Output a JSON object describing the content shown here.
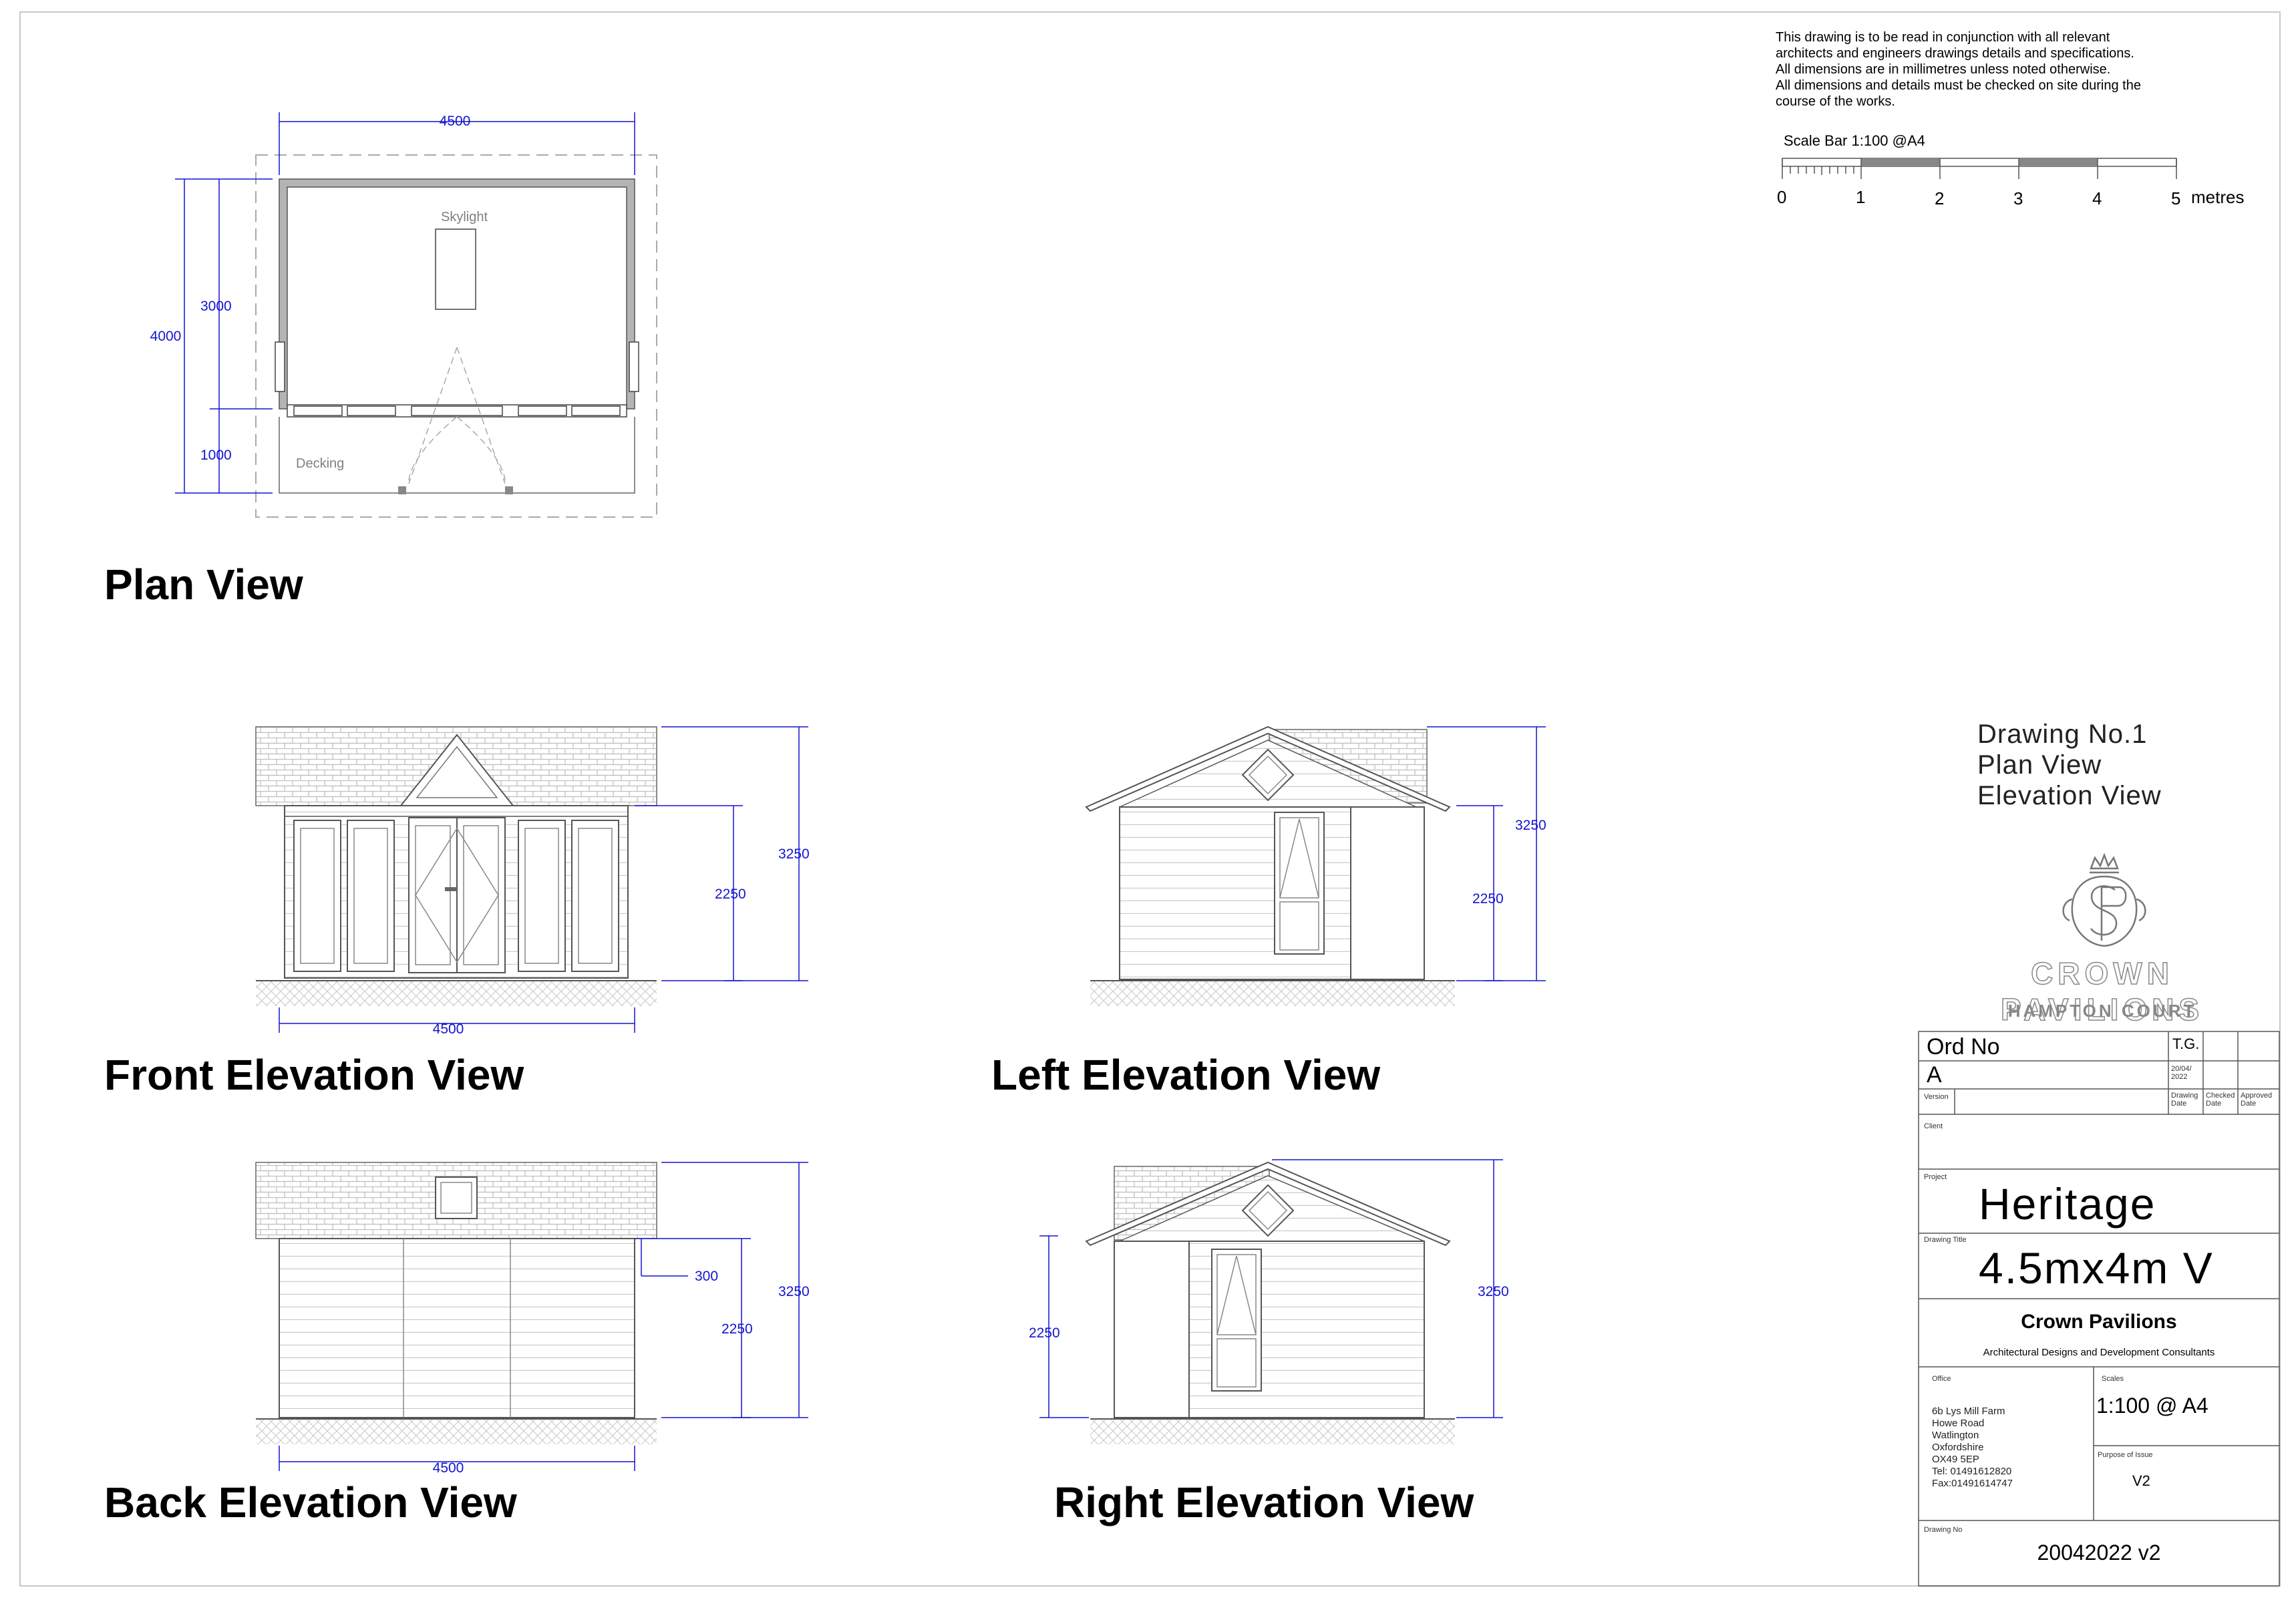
{
  "notes": [
    "This drawing is to be read in conjunction with all relevant",
    "architects and engineers drawings details and specifications.",
    "All dimensions are in millimetres unless noted otherwise.",
    "All dimensions and details must be checked on site during the",
    "course of the works."
  ],
  "scale_bar": {
    "title": "Scale Bar 1:100 @A4",
    "ticks": [
      "0",
      "1",
      "2",
      "3",
      "4",
      "5"
    ],
    "unit": "metres"
  },
  "views": {
    "plan": {
      "title": "Plan View",
      "width_dim": "4500",
      "total_depth_dim": "4000",
      "room_depth_dim": "3000",
      "deck_depth_dim": "1000",
      "skylight_label": "Skylight",
      "decking_label": "Decking"
    },
    "front": {
      "title": "Front Elevation View",
      "height_total": "3250",
      "height_eaves": "2250",
      "width_dim": "4500"
    },
    "left": {
      "title": "Left Elevation View",
      "height_total": "3250",
      "height_eaves": "2250"
    },
    "back": {
      "title": "Back Elevation View",
      "height_total": "3250",
      "height_eaves": "2250",
      "offset_dim": "300",
      "width_dim": "4500"
    },
    "right": {
      "title": "Right Elevation View",
      "height_total": "3250",
      "height_eaves": "2250"
    }
  },
  "drawing_info": {
    "line1": "Drawing No.1",
    "line2": "Plan View",
    "line3": "Elevation View"
  },
  "brand": {
    "name": "CROWN PAVILIONS",
    "sub": "HAMPTON COURT"
  },
  "title_block": {
    "ord_label": "Ord No",
    "rev": "A",
    "drawn_by": "T.G.",
    "date": "20/04/ 2022",
    "version_label": "Version",
    "drawing_date_label": "Drawing Date",
    "checked_date_label": "Checked Date",
    "approved_date_label": "Approved Date",
    "client_label": "Client",
    "project_label": "Project",
    "project": "Heritage",
    "drawing_title_label": "Drawing Title",
    "drawing_title": "4.5mx4m V",
    "company": "Crown Pavilions",
    "company_sub": "Architectural Designs and Development Consultants",
    "office_label": "Office",
    "address": [
      "6b Lys Mill Farm",
      "Howe Road",
      "Watlington",
      "Oxfordshire",
      "OX49 5EP",
      "Tel: 01491612820",
      "Fax:01491614747"
    ],
    "scales_label": "Scales",
    "scale": "1:100 @ A4",
    "purpose_label": "Purpose of Issue",
    "purpose": "V2",
    "drawing_no_label": "Drawing No",
    "drawing_no": "20042022 v2"
  }
}
